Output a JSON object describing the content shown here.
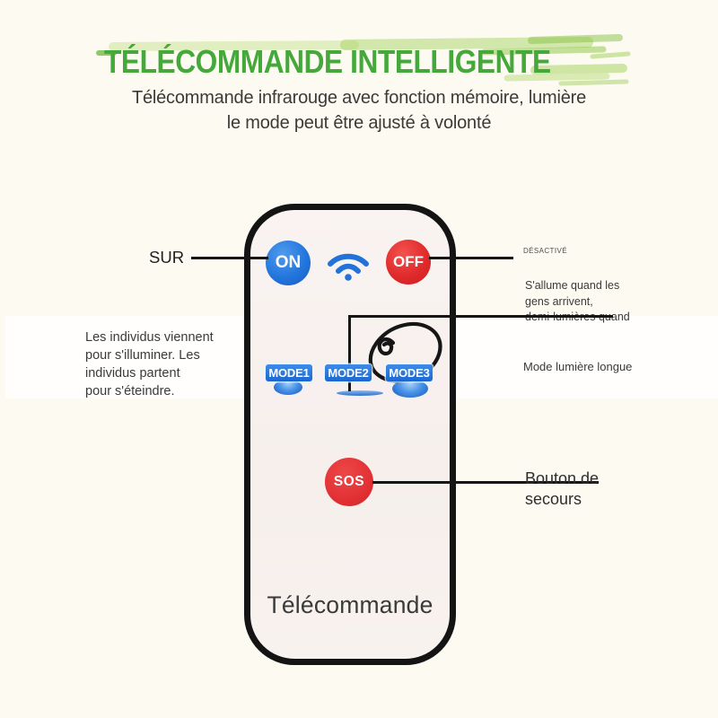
{
  "title": {
    "text": "TÉLÉCOMMANDE INTELLIGENTE",
    "color": "#44a83a",
    "highlight_color": "#a9d468"
  },
  "subtitle": {
    "line1": "Télécommande infrarouge avec fonction mémoire, lumière",
    "line2": "le mode peut être ajusté à volonté"
  },
  "remote": {
    "label": "Télécommande",
    "on_label": "ON",
    "off_label": "OFF",
    "sos_label": "SOS",
    "mode1_label": "MODE1",
    "mode2_label": "MODE2",
    "mode3_label": "MODE3",
    "colors": {
      "blue": "#2376dd",
      "red": "#e02b2c",
      "body": "#f7f0ed",
      "border": "#141414"
    },
    "icons": [
      "wifi-icon"
    ]
  },
  "callouts": {
    "sur": "SUR",
    "left_lines": [
      "Les individus viennent",
      "pour s'illuminer. Les",
      "individus partent",
      "pour s'éteindre."
    ],
    "desactive": "DÉSACTIVÉ",
    "mode_lines": [
      "S'allume quand les",
      "gens arrivent,",
      "demi-lumières quand"
    ],
    "mode_longue": "Mode lumière longue",
    "sos_lines": [
      "Bouton de",
      "secours"
    ]
  }
}
